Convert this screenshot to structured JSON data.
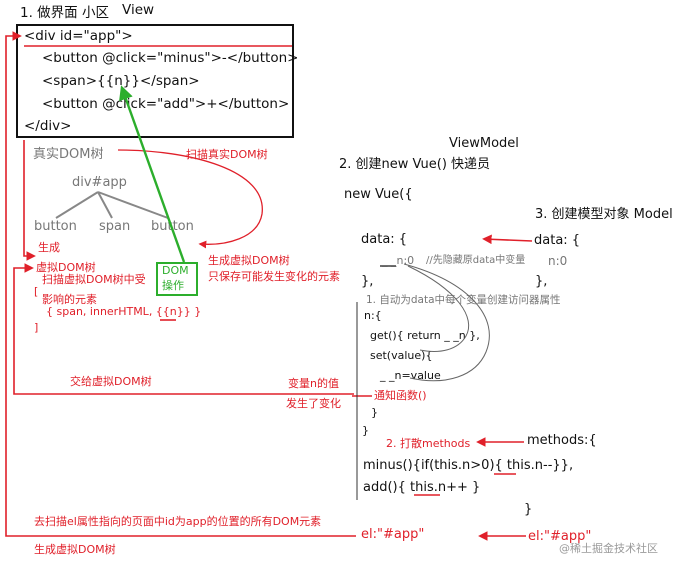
{
  "view": {
    "heading": "1. 做界面  小区",
    "label": "View",
    "code": [
      "<div id=\"app\">",
      "<button @click=\"minus\">-</button>",
      "<span>{{n}}</span>",
      "<button @click=\"add\">+</button>",
      "</div>"
    ]
  },
  "dom": {
    "real_tree_label": "真实DOM树",
    "scan_real": "扫描真实DOM树",
    "root": "div#app",
    "children": [
      "button",
      "span",
      "button"
    ],
    "generate": "生成",
    "virtual_tree_label": "虚拟DOM树",
    "scan_virtual": "扫描虚拟DOM树中受",
    "affected": "影响的元素",
    "bracket_open": "[",
    "element": "{ span, innerHTML, {{n}} }",
    "bracket_close": "]",
    "dom_box": [
      "DOM",
      "操作"
    ],
    "gen_virtual": "生成虚拟DOM树",
    "keep_changeable": "只保存可能发生变化的元素",
    "hand_to_virtual": "交给虚拟DOM树",
    "var_n_value": "变量n的值",
    "changed": "发生了变化",
    "scan_el": "去扫描el属性指向的页面中id为app的位置的所有DOM元素",
    "gen_virtual_bottom": "生成虚拟DOM树"
  },
  "viewmodel": {
    "label": "ViewModel",
    "step": "2. 创建new Vue()  快递员",
    "new_vue": "new Vue({",
    "data_open": "data: {",
    "hidden_n": "_ _n:0",
    "hidden_note": "//先隐藏原data中变量",
    "data_close": "},",
    "auto_accessor": "1. 自动为data中每个变量创建访问器属性",
    "accessor": [
      "n:{",
      "get(){ return _ _n },",
      "set(value){",
      "_ _n=value",
      "通知函数()",
      "}",
      "}"
    ],
    "break_methods": "2. 打散methods",
    "minus": "minus(){if(this.n>0){ this.n--}},",
    "add": "add(){ this.n++ }",
    "el": "el:\"#app\""
  },
  "model": {
    "label": "3. 创建模型对象  Model",
    "data_open": "data: {",
    "n": "n:0",
    "data_close": "},",
    "methods": "methods:{",
    "methods_close": "}",
    "el": "el:\"#app\""
  },
  "watermark": "@稀土掘金技术社区",
  "colors": {
    "annotation": "#e0202a",
    "dom_box": "#2cae2c",
    "text": "#111111"
  }
}
